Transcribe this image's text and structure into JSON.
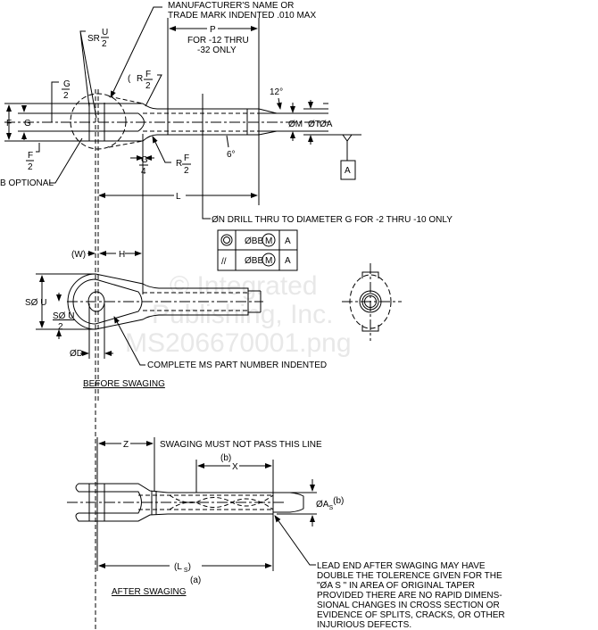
{
  "watermark": [
    "© Integrated",
    "Publishing, Inc.",
    "MS206670001.png"
  ],
  "top_view": {
    "manufacturer_note": [
      "MANUFACTURER'S NAME OR",
      "TRADE MARK INDENTED .010 MAX"
    ],
    "p_dim": "P",
    "p_note": [
      "FOR -12 THRU",
      "-32 ONLY"
    ],
    "sr_label": "SR",
    "u_num": "U",
    "two": "2",
    "g_num": "G",
    "f_num": "F",
    "four": "4",
    "r_label": "R",
    "f_label": "F",
    "g_label": "G",
    "angle_12": "12°",
    "angle_6": "6°",
    "dia_m": "ØM",
    "dia_t": "ØT",
    "dia_a": "ØA",
    "datum": "A",
    "b_optional": "B OPTIONAL",
    "l_dim": "L",
    "drill_note": "ØN DRILL THRU TO DIAMETER G FOR -2 THRU -10 ONLY"
  },
  "feature_control_frame": [
    {
      "symbol": "concentricity",
      "tolerance": "ØBB",
      "modifier": "M",
      "datum": "A"
    },
    {
      "symbol": "//",
      "tolerance": "ØBB",
      "modifier": "M",
      "datum": "A"
    }
  ],
  "before_swaging": {
    "w_dim": "(W)",
    "h_dim": "H",
    "su_dim": "SØ U",
    "su_half_num": "SØ U",
    "su_half_den": "2",
    "d_dim": "ØD",
    "part_number_note": "COMPLETE MS PART NUMBER INDENTED",
    "title": "BEFORE SWAGING"
  },
  "after_swaging": {
    "z_dim": "Z",
    "swage_note": "SWAGING MUST NOT PASS THIS LINE",
    "x_dim": "X",
    "x_ref": "(b)",
    "as_dim": "ØA",
    "as_sub": "S",
    "as_ref": "(b)",
    "ls_dim": "(L",
    "ls_sub": "S",
    "ls_close": ")",
    "ls_ref": "(a)",
    "title": "AFTER SWAGING",
    "lead_note": [
      "LEAD END AFTER SWAGING MAY HAVE",
      "DOUBLE THE TOLERENCE GIVEN FOR THE",
      "\"ØA S \" IN AREA OF ORIGINAL TAPER",
      "PROVIDED THERE ARE NO RAPID DIMENS-",
      "SIONAL CHANGES IN CROSS SECTION OR",
      "EVIDENCE OF SPLITS, CRACKS, OR OTHER",
      "INJURIOUS DEFECTS."
    ]
  }
}
